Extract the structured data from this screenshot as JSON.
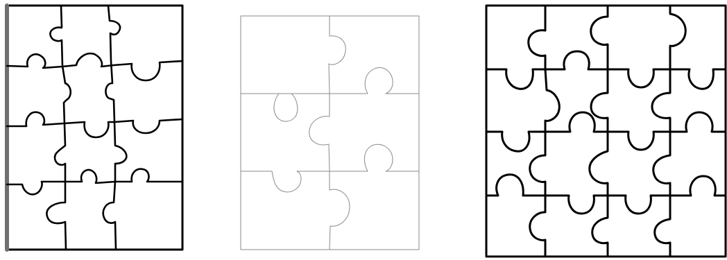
{
  "page": {
    "background": "#ffffff"
  },
  "puzzles": [
    {
      "name": "puzzle-3x4-hand-drawn",
      "columns": 3,
      "rows": 4,
      "pieces": 12,
      "outline_color": "#000000",
      "edge_shadow_color": "#6f6f6f"
    },
    {
      "name": "puzzle-2x3-thin",
      "columns": 2,
      "rows": 3,
      "pieces": 6,
      "outline_color": "#8a8a8a"
    },
    {
      "name": "puzzle-4x4-bold",
      "columns": 4,
      "rows": 4,
      "pieces": 16,
      "outline_color": "#000000"
    }
  ]
}
